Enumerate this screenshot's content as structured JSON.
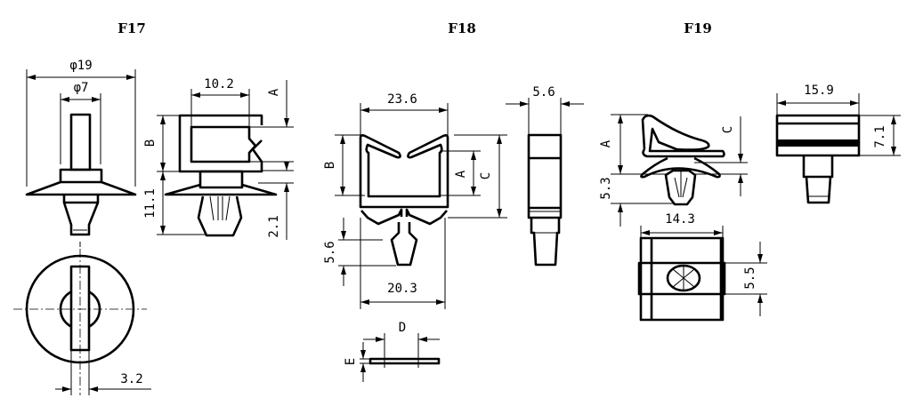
{
  "figures": [
    {
      "title": "F17",
      "dimensions": {
        "outer_diameter": "φ19",
        "inner_diameter": "φ7",
        "width": "10.2",
        "height": "11.1",
        "thickness": "2.1",
        "stem": "3.2",
        "label_a": "A",
        "label_b": "B"
      }
    },
    {
      "title": "F18",
      "dimensions": {
        "width": "23.6",
        "side_width": "5.6",
        "pin_height": "5.6",
        "base_width": "20.3",
        "label_a": "A",
        "label_b": "B",
        "label_c": "C",
        "label_d": "D",
        "label_e": "E"
      }
    },
    {
      "title": "F19",
      "dimensions": {
        "pin_height": "5.3",
        "bottom_width": "14.3",
        "bottom_height": "5.5",
        "side_width": "15.9",
        "side_height": "7.1",
        "label_a": "A",
        "label_c": "C"
      }
    }
  ]
}
